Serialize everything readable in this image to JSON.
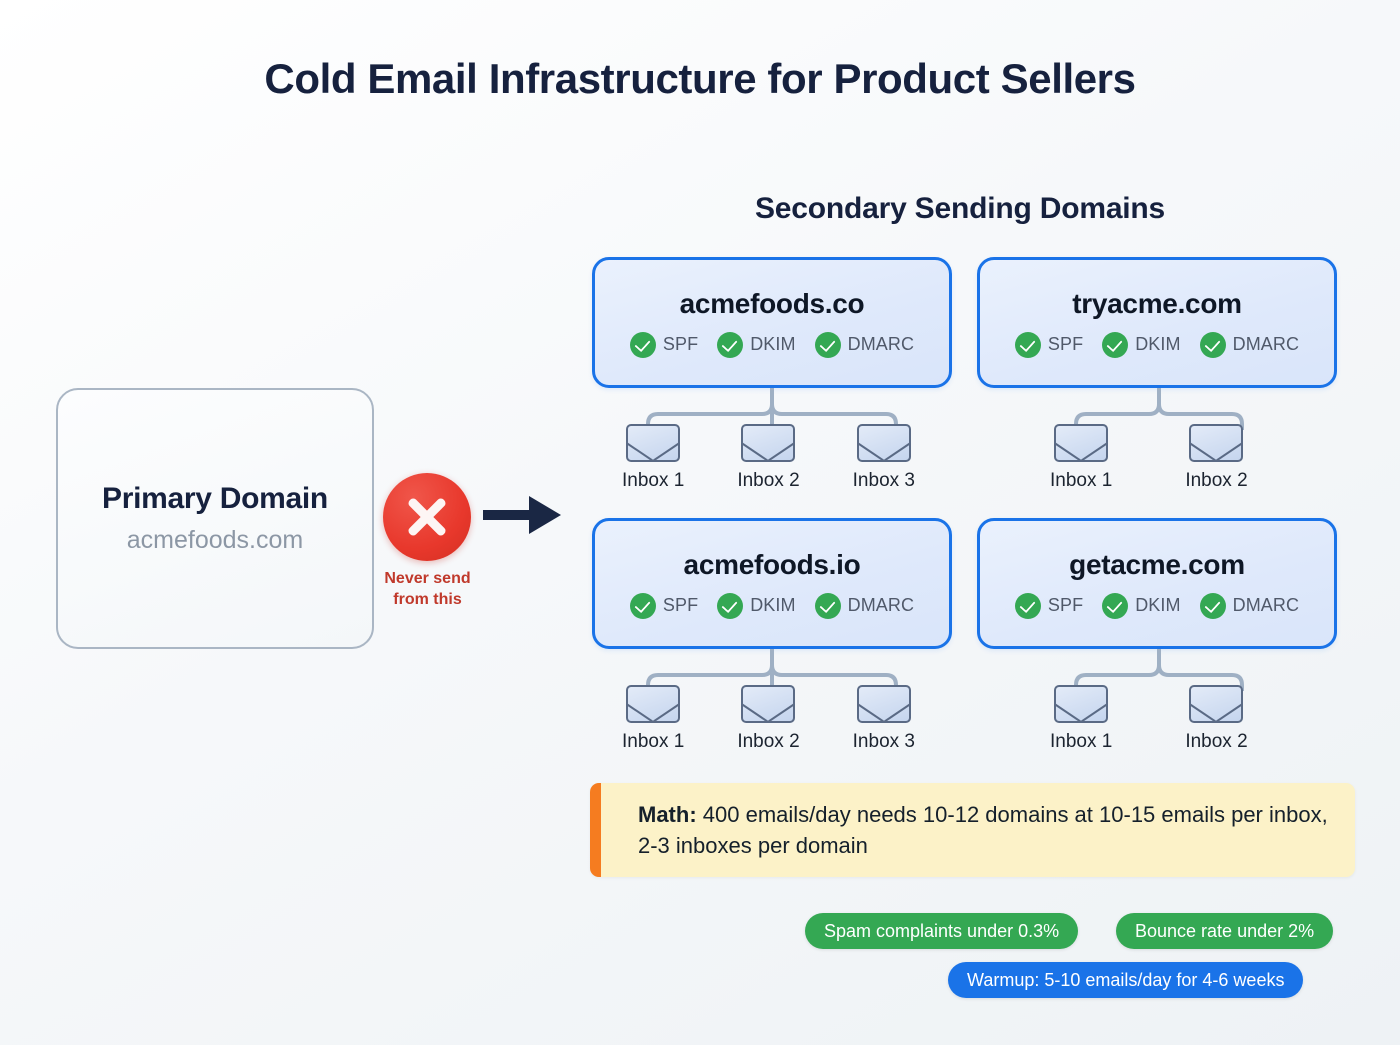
{
  "title": "Cold Email Infrastructure for Product Sellers",
  "section_title": "Secondary Sending Domains",
  "primary": {
    "label": "Primary Domain",
    "domain": "acmefoods.com",
    "warning_line1": "Never send",
    "warning_line2": "from this",
    "warning_color": "#c0392b",
    "badge_icon": "x-circle-icon",
    "badge_color": "#e8382c",
    "arrow_icon": "arrow-right-icon",
    "arrow_color": "#1a2744"
  },
  "auth_labels": [
    "SPF",
    "DKIM",
    "DMARC"
  ],
  "domains": [
    {
      "name": "acmefoods.co",
      "checks": [
        "SPF",
        "DKIM",
        "DMARC"
      ],
      "inboxes": [
        "Inbox 1",
        "Inbox 2",
        "Inbox 3"
      ]
    },
    {
      "name": "tryacme.com",
      "checks": [
        "SPF",
        "DKIM",
        "DMARC"
      ],
      "inboxes": [
        "Inbox 1",
        "Inbox 2"
      ]
    },
    {
      "name": "acmefoods.io",
      "checks": [
        "SPF",
        "DKIM",
        "DMARC"
      ],
      "inboxes": [
        "Inbox 1",
        "Inbox 2",
        "Inbox 3"
      ]
    },
    {
      "name": "getacme.com",
      "checks": [
        "SPF",
        "DKIM",
        "DMARC"
      ],
      "inboxes": [
        "Inbox 1",
        "Inbox 2"
      ]
    }
  ],
  "math_note": {
    "label": "Math:",
    "text": " 400 emails/day needs 10-12 domains at 10-15 emails per inbox, 2-3 inboxes per domain",
    "accent_color": "#f57c20",
    "background_color": "#fcf2c8"
  },
  "pills": [
    {
      "text": "Spam complaints under 0.3%",
      "color": "#34a853"
    },
    {
      "text": "Bounce rate under 2%",
      "color": "#34a853"
    },
    {
      "text": "Warmup: 5-10 emails/day for 4-6 weeks",
      "color": "#1a73e8"
    }
  ],
  "colors": {
    "brand_blue": "#1a73e8",
    "success_green": "#34a853",
    "danger_red": "#e8382c",
    "ink": "#16213e",
    "muted": "#8c97a5"
  }
}
